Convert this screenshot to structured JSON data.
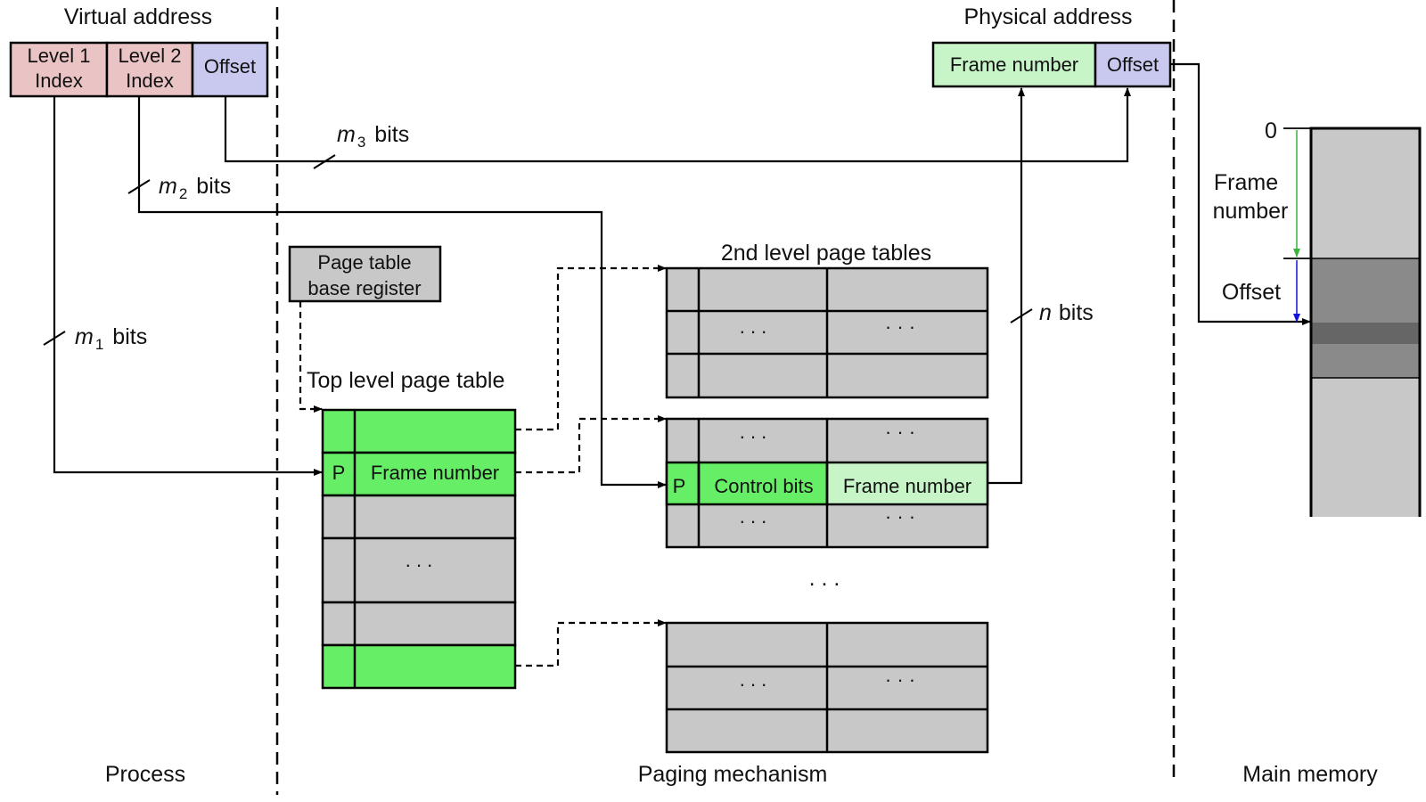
{
  "sections": {
    "process": "Process",
    "paging": "Paging mechanism",
    "memory": "Main memory"
  },
  "virtual_address": {
    "title": "Virtual address",
    "level1_line1": "Level 1",
    "level1_line2": "Index",
    "level2_line1": "Level 2",
    "level2_line2": "Index",
    "offset": "Offset"
  },
  "physical_address": {
    "title": "Physical address",
    "frame_number": "Frame number",
    "offset": "Offset"
  },
  "bits": {
    "m1_var": "m",
    "m1_sub": "1",
    "m2_var": "m",
    "m2_sub": "2",
    "m3_var": "m",
    "m3_sub": "3",
    "n_var": "n",
    "unit": "bits"
  },
  "ptbr": {
    "line1": "Page table",
    "line2": "base register"
  },
  "top_table": {
    "title": "Top level page table",
    "present": "P",
    "frame_number": "Frame number",
    "ellipsis": ". . ."
  },
  "second_tables": {
    "title": "2nd level page tables",
    "present": "P",
    "control_bits": "Control bits",
    "frame_number": "Frame number",
    "ellipsis": ". . .",
    "ellipsis_right": "· · ·",
    "between_tables": ". . ."
  },
  "memory": {
    "zero": "0",
    "frame_line1": "Frame",
    "frame_line2": "number",
    "offset": "Offset"
  },
  "colors": {
    "level_index": "#eac4c4",
    "offset": "#c9c9f0",
    "frame_light": "#c8f5c8",
    "green": "#66ee66",
    "gray": "#c8c8c8",
    "mem_dark": "#8a8a8a",
    "mem_darker": "#666666"
  }
}
